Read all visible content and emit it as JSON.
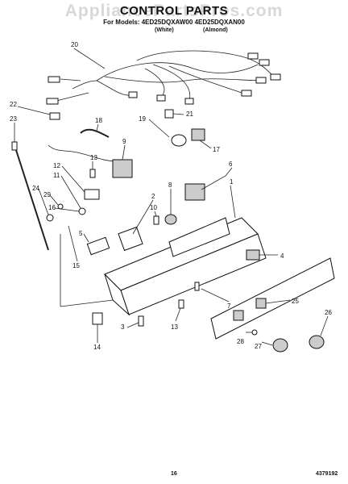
{
  "watermark": "AppliancePartsPros.com",
  "header": {
    "title": "CONTROL PARTS",
    "models_prefix": "For Models: ",
    "model_1": "4ED25DQXAW00",
    "model_2": "4ED25DQXAN00",
    "color_1": "(White)",
    "color_2": "(Almond)"
  },
  "callouts": [
    "1",
    "2",
    "3",
    "4",
    "5",
    "6",
    "7",
    "8",
    "9",
    "10",
    "11",
    "12",
    "13",
    "14",
    "15",
    "16",
    "17",
    "18",
    "19",
    "20",
    "21",
    "22",
    "23",
    "24",
    "25",
    "26",
    "27",
    "28",
    "29"
  ],
  "footer": {
    "page_number": "16",
    "part_number": "4379192"
  }
}
